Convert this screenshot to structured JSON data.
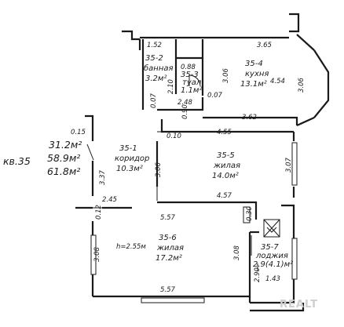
{
  "apartment": {
    "number": "кв.35",
    "living_area": "31.2м²",
    "total_area": "58.9м²",
    "total_area_with_loggia": "61.8м²"
  },
  "rooms": [
    {
      "id": "35-1",
      "name": "коридор",
      "area": "10.3м²"
    },
    {
      "id": "35-2",
      "name": "банная",
      "area": "3.2м²"
    },
    {
      "id": "35-3",
      "name": "туал",
      "area": "1.1м²"
    },
    {
      "id": "35-4",
      "name": "кухня",
      "area": "13.1м²"
    },
    {
      "id": "35-5",
      "name": "жилая",
      "area": "14.0м²"
    },
    {
      "id": "35-6",
      "name": "жилая",
      "area": "17.2м²"
    },
    {
      "id": "35-7",
      "name": "лоджия",
      "area": "2.9(4.1)м²"
    }
  ],
  "dimensions": {
    "d152": "1.52",
    "d365": "3.65",
    "d088": "0.88",
    "d210": "2.10",
    "d306a": "3.06",
    "d454": "4.54",
    "d306b": "3.06",
    "d007a": "0.07",
    "d248": "2.48",
    "d007b": "0.07",
    "d090": "0.90",
    "d362": "3.62",
    "d015": "0.15",
    "d455": "4.55",
    "d010": "0.10",
    "d307": "3.07",
    "d337": "3.37",
    "d306c": "3.06",
    "d457": "4.57",
    "d245": "2.45",
    "d012": "0.12",
    "d557a": "5.57",
    "d030": "0.30",
    "d308a": "3.08",
    "h": "h=2.55м",
    "d308b": "3.08",
    "d290": "2.90",
    "d143": "1.43",
    "d557b": "5.57"
  },
  "watermark": "REALT"
}
